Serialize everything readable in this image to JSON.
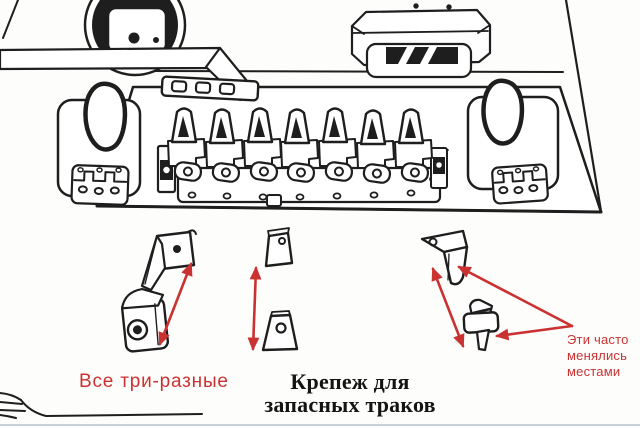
{
  "annotations": {
    "left_label": "Все три-разные",
    "right_label_lines": [
      "Эти часто",
      "менялись",
      "местами"
    ],
    "title_lines": [
      "Крепеж для",
      "запасных траков"
    ]
  },
  "colors": {
    "annotation-red": "#ca3232",
    "ink": "#1e1e1e",
    "paper": "#fdfdfb",
    "border-faint": "#b4c3cc"
  }
}
